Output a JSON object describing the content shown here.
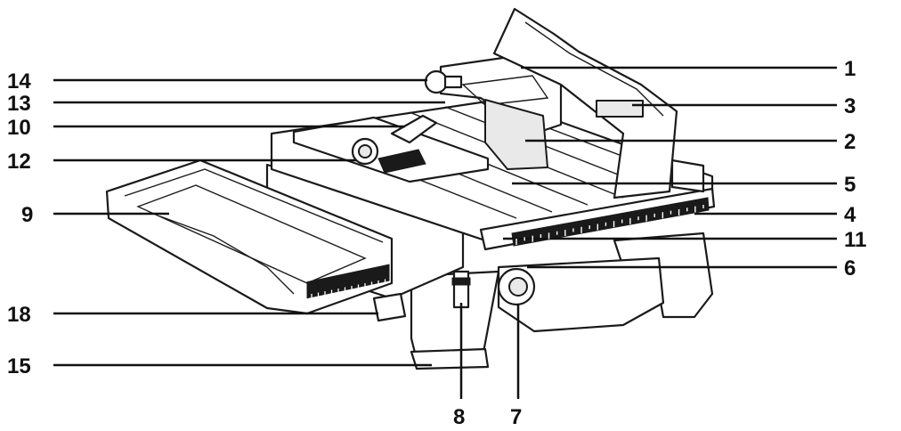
{
  "callouts": [
    {
      "id": "1",
      "label": "1"
    },
    {
      "id": "2",
      "label": "2"
    },
    {
      "id": "3",
      "label": "3"
    },
    {
      "id": "4",
      "label": "4"
    },
    {
      "id": "5",
      "label": "5"
    },
    {
      "id": "6",
      "label": "6"
    },
    {
      "id": "7",
      "label": "7"
    },
    {
      "id": "8",
      "label": "8"
    },
    {
      "id": "9",
      "label": "9"
    },
    {
      "id": "10",
      "label": "10"
    },
    {
      "id": "11",
      "label": "11"
    },
    {
      "id": "12",
      "label": "12"
    },
    {
      "id": "13",
      "label": "13"
    },
    {
      "id": "14",
      "label": "14"
    },
    {
      "id": "15",
      "label": "15"
    },
    {
      "id": "18",
      "label": "18"
    }
  ],
  "colors": {
    "ink": "#111111",
    "paper": "#ffffff"
  }
}
